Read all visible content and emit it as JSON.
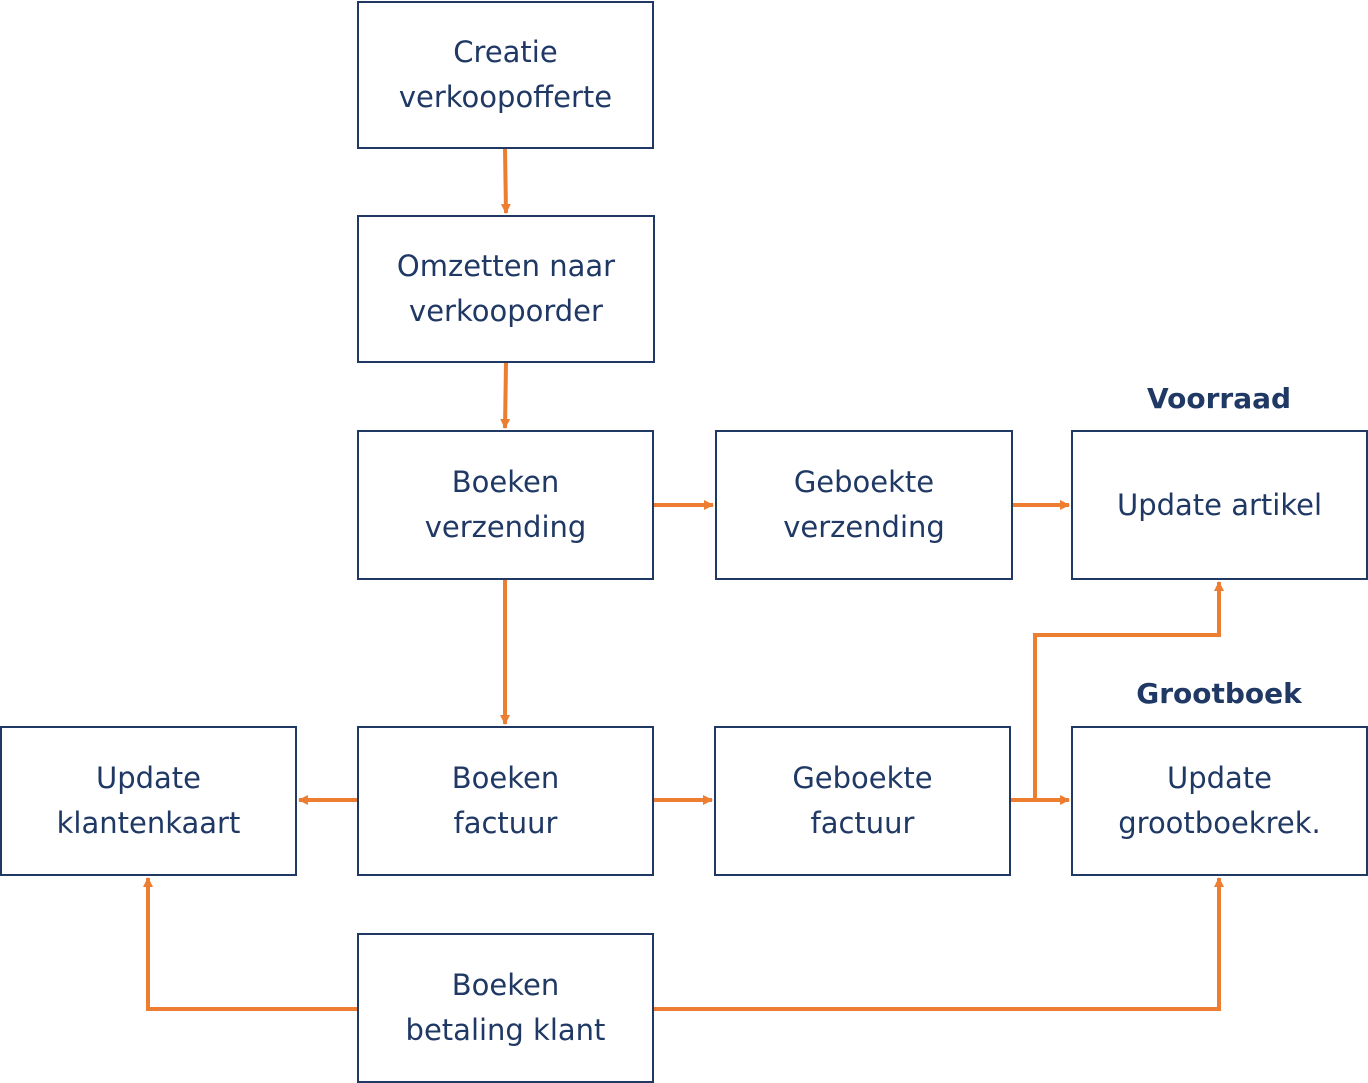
{
  "colors": {
    "box_border": "#1f3864",
    "text": "#1f3864",
    "arrow": "#ed7d31"
  },
  "headings": {
    "voorraad": "Voorraad",
    "grootboek": "Grootboek"
  },
  "boxes": {
    "creatie": {
      "line1": "Creatie",
      "line2": "verkoopofferte"
    },
    "omzetten": {
      "line1": "Omzetten naar",
      "line2": "verkooporder"
    },
    "verzending": {
      "line1": "Boeken",
      "line2": "verzending"
    },
    "geb_verz": {
      "line1": "Geboekte",
      "line2": "verzending"
    },
    "artikel": {
      "line1": "Update artikel"
    },
    "klantenkaart": {
      "line1": "Update",
      "line2": "klantenkaart"
    },
    "factuur": {
      "line1": "Boeken",
      "line2": "factuur"
    },
    "geb_fact": {
      "line1": "Geboekte",
      "line2": "factuur"
    },
    "grootboek": {
      "line1": "Update",
      "line2": "grootboekrek."
    },
    "betaling": {
      "line1": "Boeken",
      "line2": "betaling klant"
    }
  }
}
